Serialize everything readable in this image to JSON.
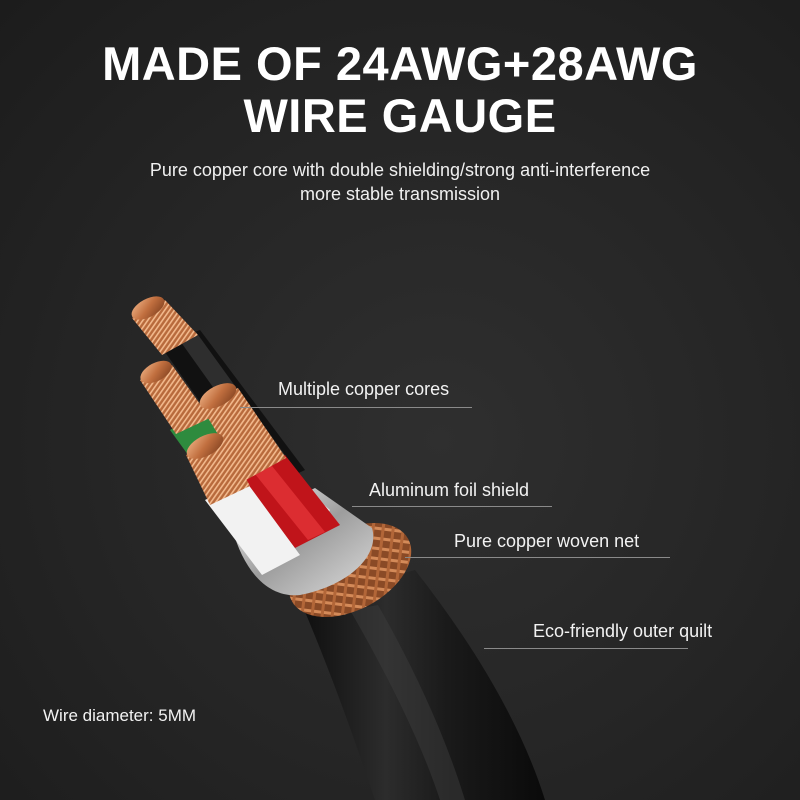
{
  "headline": {
    "line1": "MADE OF 24AWG+28AWG",
    "line2": "WIRE GAUGE"
  },
  "subtitle": {
    "line1": "Pure copper core with double shielding/strong anti-interference",
    "line2": "more stable transmission"
  },
  "callouts": {
    "cores": "Multiple copper cores",
    "foil": "Aluminum foil shield",
    "braid": "Pure copper woven net",
    "jacket": "Eco-friendly outer quilt"
  },
  "wire_diameter": "Wire diameter: 5MM",
  "colors": {
    "background": "#262626",
    "text": "#ffffff",
    "copper": "#c77a4a",
    "red_insulation": "#c0141a",
    "green_insulation": "#2e8b3e",
    "jacket": "#1a1a1a"
  }
}
